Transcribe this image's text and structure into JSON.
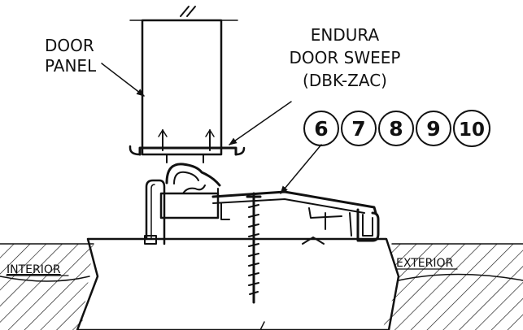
{
  "labels": {
    "door_panel_line1": "DOOR",
    "door_panel_line2": "PANEL",
    "sweep_line1": "ENDURA",
    "sweep_line2": "DOOR SWEEP",
    "sweep_line3": "(DBK-ZAC)",
    "interior": "INTERIOR",
    "exterior": "EXTERIOR"
  },
  "callouts": [
    "6",
    "7",
    "8",
    "9",
    "10"
  ],
  "colors": {
    "ink": "#111111",
    "background": "#ffffff"
  }
}
